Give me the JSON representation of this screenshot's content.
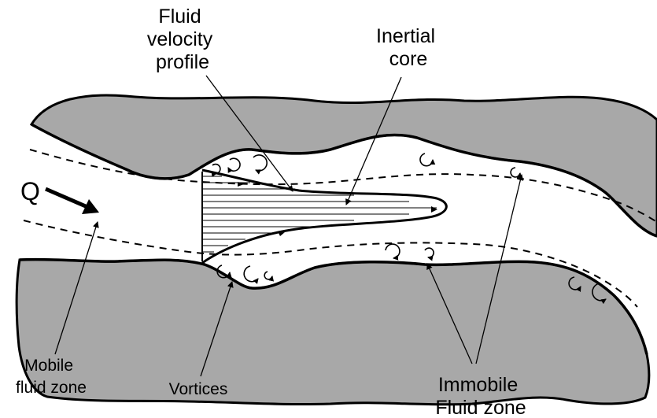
{
  "labels": {
    "fluid_velocity_profile": [
      "Fluid",
      "velocity",
      "profile"
    ],
    "inertial_core": [
      "Inertial",
      "core"
    ],
    "flow_symbol": "Q",
    "mobile_fluid_zone": [
      "Mobile",
      "fluid zone"
    ],
    "vortices": "Vortices",
    "immobile_fluid_zone": [
      "Immobile",
      "Fluid zone"
    ]
  },
  "colors": {
    "rock": "#a8a8a8",
    "fluid_channel": "#ffffff",
    "lines": "#000000"
  }
}
